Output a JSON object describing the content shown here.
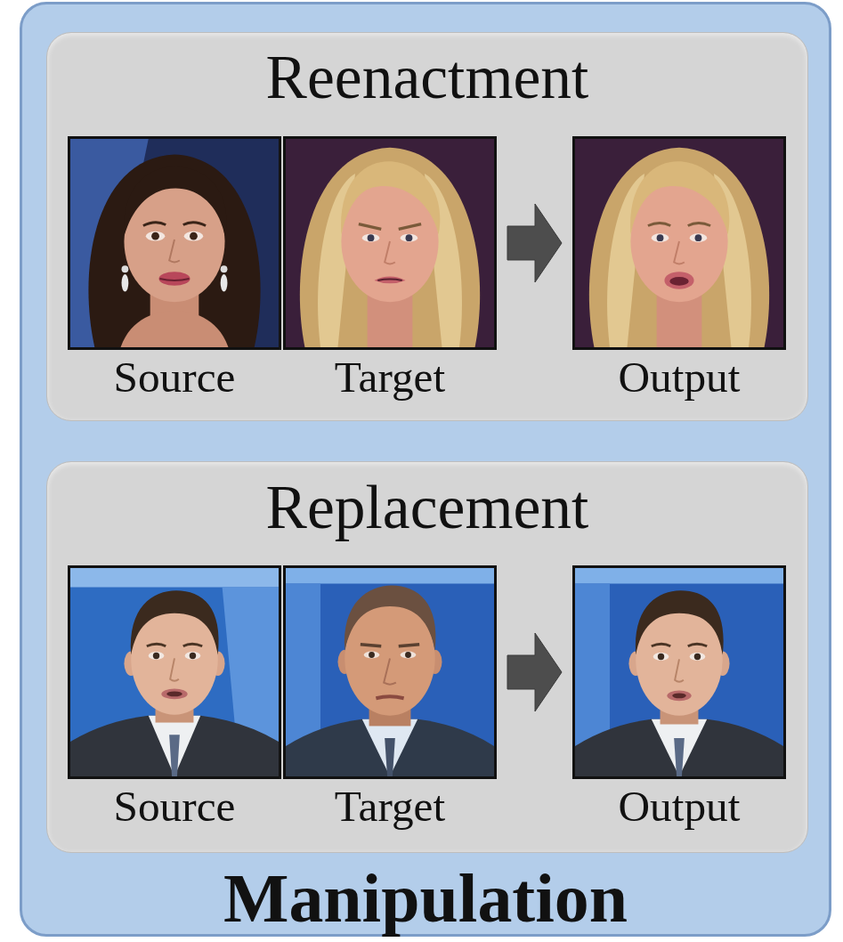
{
  "diagram": {
    "nodes": [
      {
        "text": [
          "Manipulation"
        ]
      },
      {
        "text": [
          "Reenactment"
        ],
        "in": 0
      },
      {
        "text": [
          "Source"
        ],
        "in": 1
      },
      {
        "text": [
          "Target"
        ],
        "in": 1
      },
      {
        "text": [
          "Output"
        ],
        "in": 1
      },
      {
        "text": [
          "Replacement"
        ],
        "in": 0
      },
      {
        "text": [
          "Source"
        ],
        "in": 5
      },
      {
        "text": [
          "Target"
        ],
        "in": 5
      },
      {
        "text": [
          "Output"
        ],
        "in": 5
      }
    ],
    "edges": [
      {
        "from": 3,
        "to": 4,
        "arrow": "to"
      },
      {
        "from": 7,
        "to": 8,
        "arrow": "to"
      }
    ]
  }
}
